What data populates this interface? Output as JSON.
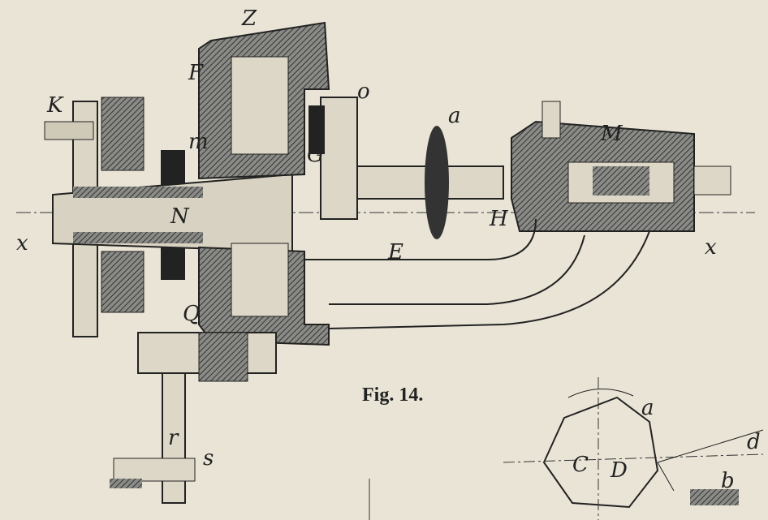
{
  "figure": {
    "caption": "Fig. 14.",
    "labels": {
      "Z": "Z",
      "F": "F",
      "K": "K",
      "m": "m",
      "o": "o",
      "a_top": "a",
      "G": "G",
      "M_right": "M",
      "N": "N",
      "H": "H",
      "E": "E",
      "x_left": "x",
      "x_right": "x",
      "Q": "Q",
      "r": "r",
      "s": "s",
      "C": "C",
      "D": "D",
      "a_small": "a",
      "b": "b",
      "d": "d"
    },
    "colors": {
      "paper": "#e9e4d6",
      "ink": "#2a2a2a",
      "section": "#6e6e6e"
    }
  }
}
